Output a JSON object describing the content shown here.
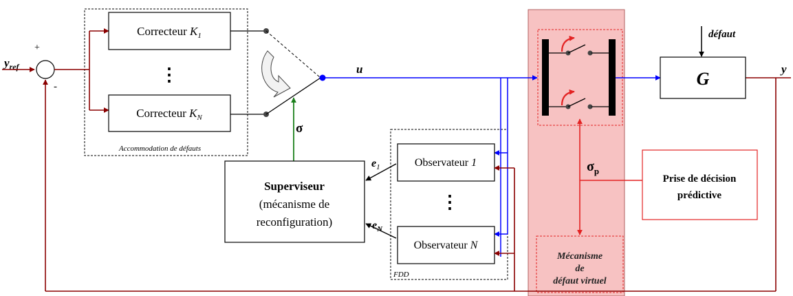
{
  "colors": {
    "black": "#000000",
    "blue": "#0000ff",
    "dark_red": "#8b0000",
    "green": "#1a7f1a",
    "red": "#e32222",
    "pink_fill": "#f7c2c2",
    "pink_border": "#b06060"
  },
  "labels": {
    "yref_main": "y",
    "yref_sub": "ref",
    "plus": "+",
    "minus": "-",
    "correcteur1_text": "Correcteur ",
    "correcteur1_k": "K",
    "correcteur1_sub": "1",
    "correcteurN_text": "Correcteur ",
    "correcteurN_k": "K",
    "correcteurN_sub": "N",
    "vdots": "⋮",
    "accommodation": "Accommodation de défauts",
    "u": "u",
    "sigma": "σ",
    "superviseur_title": "Superviseur",
    "superviseur_line2": "(mécanisme de",
    "superviseur_line3": "reconfiguration)",
    "e1_main": "e",
    "e1_sub": "1",
    "eN_main": "e",
    "eN_sub": "N",
    "observateur1_text": "Observateur ",
    "observateur1_idx": "1",
    "observateurN_text": "Observateur ",
    "observateurN_idx": "N",
    "fdd": "FDD",
    "sigma_p_main": "σ",
    "sigma_p_sub": "p",
    "prise_line1": "Prise de décision",
    "prise_line2": "prédictive",
    "mecanisme_line1": "Mécanisme",
    "mecanisme_line2": "de",
    "mecanisme_line3": "défaut virtuel",
    "defaut": "défaut",
    "G": "G",
    "y": "y"
  }
}
